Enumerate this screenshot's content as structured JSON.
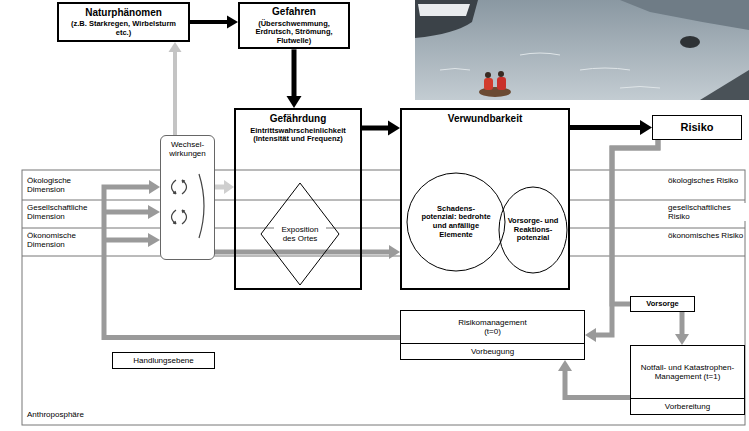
{
  "diagram": {
    "nodes": [
      {
        "text": [
          "Naturphänomen",
          "(z.B. Starkregen, Wirbelsturm etc.)"
        ]
      },
      {
        "text": [
          "Gefahren",
          "(Überschwemmung, Erdrutsch, Strömung, Flutwelle)"
        ]
      },
      {
        "text": [
          "Wechsel- wirkungen"
        ]
      },
      {
        "text": [
          "Gefährdung",
          "Eintrittswahrscheinlichkeit (Intensität und Frequenz)"
        ]
      },
      {
        "text": [
          "Exposition des Ortes"
        ],
        "in": 3
      },
      {
        "text": [
          "Verwundbarkeit"
        ]
      },
      {
        "text": [
          "Schadens- potenzial: bedrohte und anfällige Elemente"
        ],
        "in": 5
      },
      {
        "text": [
          "Vorsorge- und Reaktions- potenzial"
        ],
        "in": 5
      },
      {
        "text": [
          "Risiko"
        ]
      },
      {
        "text": [
          "Vorsorge"
        ]
      },
      {
        "text": [
          "Risikomanagement (t=0)",
          "Vorbeugung"
        ]
      },
      {
        "text": [
          "Notfall- und Katastrophen- Management (t=1)",
          "Vorbereitung"
        ]
      },
      {
        "text": [
          "Handlungsebene"
        ]
      }
    ],
    "edges": [
      {
        "from": 0,
        "to": 1,
        "arrow": "to"
      },
      {
        "from": 1,
        "to": 3,
        "arrow": "to"
      },
      {
        "from": 2,
        "to": 0,
        "arrow": "to"
      },
      {
        "from": 2,
        "to": 3,
        "arrow": "to"
      },
      {
        "from": 2,
        "to": 5,
        "arrow": "to"
      },
      {
        "from": 3,
        "to": 5,
        "arrow": "to"
      },
      {
        "from": 5,
        "to": 8,
        "arrow": "to"
      },
      {
        "from": 8,
        "to": 10,
        "arrow": "to"
      },
      {
        "from": 8,
        "to": 9,
        "arrow": "none"
      },
      {
        "from": 9,
        "to": 11,
        "arrow": "to"
      },
      {
        "from": 11,
        "to": 10,
        "arrow": "to"
      },
      {
        "from": 10,
        "to": 2,
        "arrow": "to"
      }
    ],
    "labels": [
      "Ökologische Dimension",
      "Gesellschaftliche Dimension",
      "Ökonomische Dimension",
      "ökologisches Risiko",
      "gesellschaftliches Risiko",
      "ökonomisches Risiko",
      "Anthroposphäre"
    ]
  }
}
